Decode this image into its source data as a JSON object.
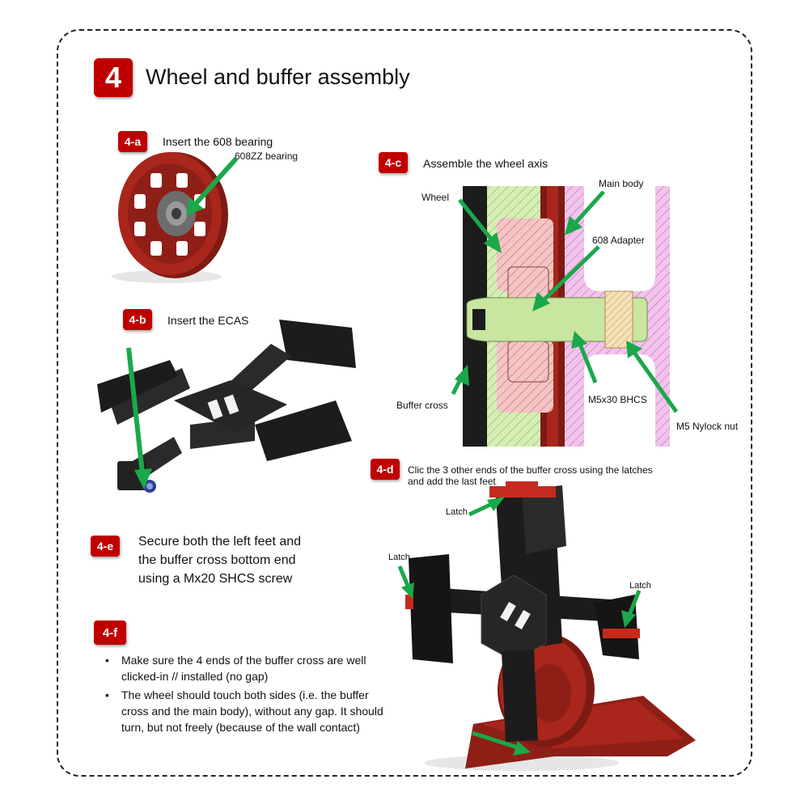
{
  "header": {
    "step_number": "4",
    "title": "Wheel and buffer assembly"
  },
  "steps": {
    "a": {
      "badge": "4-a",
      "label": "Insert the 608 bearing",
      "callouts": {
        "bearing": "608ZZ bearing"
      }
    },
    "b": {
      "badge": "4-b",
      "label": "Insert the ECAS"
    },
    "c": {
      "badge": "4-c",
      "label": "Assemble the wheel axis",
      "callouts": {
        "wheel": "Wheel",
        "main_body": "Main body",
        "adapter": "608 Adapter",
        "buffer_cross": "Buffer cross",
        "bhcs": "M5x30 BHCS",
        "nut": "M5 Nylock nut"
      }
    },
    "d": {
      "badge": "4-d",
      "label_line1": "Clic the 3 other ends of the buffer cross using the latches",
      "label_line2": "and add the last feet",
      "callouts": {
        "latch_top": "Latch",
        "latch_left": "Latch",
        "latch_right": "Latch"
      }
    },
    "e": {
      "badge": "4-e",
      "line1": "Secure both the left feet and",
      "line2": "the buffer cross bottom end",
      "line3": "using a Mx20 SHCS screw"
    },
    "f": {
      "badge": "4-f",
      "bullets": [
        "Make sure the 4 ends of the buffer cross are well clicked-in // installed (no gap)",
        "The wheel should touch both sides (i.e. the buffer cross and the main body), without any gap. It should turn, but not freely (because of the wall contact)"
      ]
    }
  },
  "colors": {
    "accent": "#c00000",
    "arrow": "#1aa84a",
    "part_red": "#a8261c",
    "part_black": "#1c1c1c",
    "hatch_green": "#c8e6a0",
    "hatch_pink": "#f0b8e8"
  }
}
